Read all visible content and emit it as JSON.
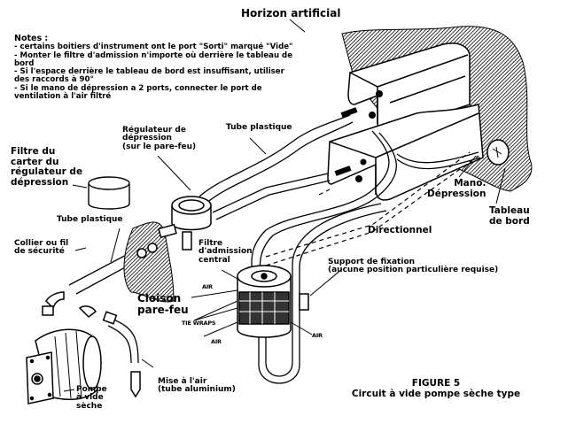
{
  "figure": {
    "number": "FIGURE 5",
    "caption": "Circuit à vide pompe sèche type"
  },
  "notes": {
    "title": "Notes :",
    "items": [
      "- certains boitiers d'instrument ont le port \"Sorti\" marqué \"Vide\"",
      "- Monter le filtre d'admission n'importe où derrière le tableau de bord",
      "- Si l'espace derrière le tableau de bord est insuffisant, utiliser des raccords à 90°",
      "- Si le mano de dépression a 2 ports, connecter le port de ventilation à l'air filtré"
    ]
  },
  "labels": {
    "horizon": "Horizon artificial",
    "regulateur": "Régulateur de\ndépression\n(sur le pare-feu)",
    "tube_plastique_top": "Tube plastique",
    "filtre_carter": "Filtre du\ncarter du\nrégulateur de\ndépression",
    "tube_plastique_left": "Tube plastique",
    "collier": "Collier ou fil\nde sécurité",
    "filtre_admission": "Filtre\nd'admission\ncentral",
    "cloison": "Cloison\npare-feu",
    "mano": "Mano.\nDépression",
    "tableau": "Tableau\nde bord",
    "directionnel": "Directionnel",
    "support": "Support de fixation\n(aucune position particulière requise)",
    "mise_air": "Mise à l'air\n(tube aluminium)",
    "pompe": "Pompe\nà vide\nsèche",
    "air_1": "AIR",
    "tie_wraps": "TIE WRAPS",
    "air_2": "AIR",
    "air_3": "AIR"
  },
  "colors": {
    "ink": "#000000",
    "paper": "#ffffff",
    "hatch": "#555555"
  }
}
